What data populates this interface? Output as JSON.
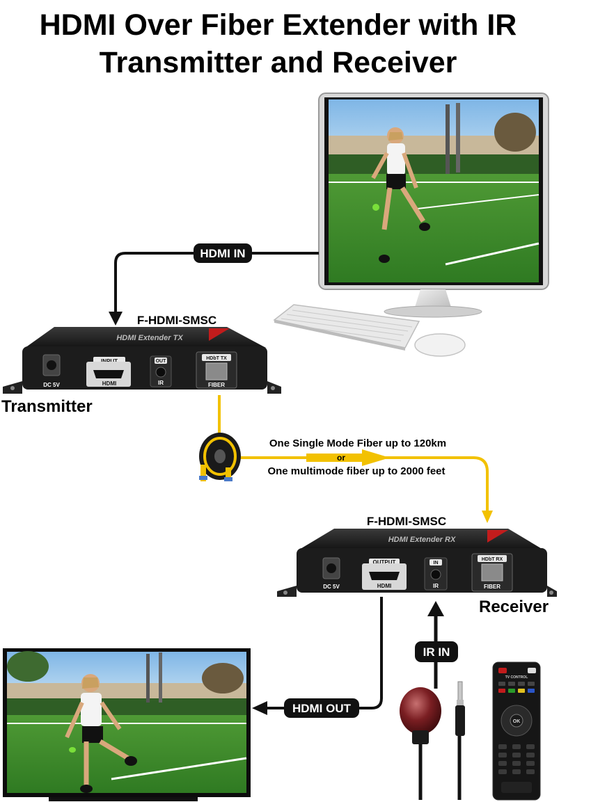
{
  "title": {
    "line1": "HDMI Over Fiber Extender with IR",
    "line2": "Transmitter and Receiver"
  },
  "transmitter": {
    "model": "F-HDMI-SMSC",
    "name": "Transmitter",
    "device_label": "HDMI Extender TX",
    "ports": {
      "dc": "DC 5V",
      "hdmi_tag": "INPUT",
      "hdmi": "HDMI",
      "ir_tag": "OUT",
      "ir": "IR",
      "fiber_tag": "HDbT TX",
      "fiber": "FIBER"
    }
  },
  "receiver": {
    "model": "F-HDMI-SMSC",
    "name": "Receiver",
    "device_label": "HDMI Extender RX",
    "ports": {
      "dc": "DC 5V",
      "hdmi_tag": "OUTPUT",
      "hdmi": "HDMI",
      "ir_tag": "IN",
      "ir": "IR",
      "fiber_tag": "HDbT RX",
      "fiber": "FIBER"
    }
  },
  "cables": {
    "hdmi_in": "HDMI IN",
    "hdmi_out": "HDMI OUT",
    "ir_in": "IR IN"
  },
  "fiber_note": {
    "line1": "One Single Mode Fiber up to 120km",
    "or": "or",
    "line2": "One multimode fiber up to 2000 feet"
  },
  "remote": {
    "brand": "TV CONTROL",
    "ok": "OK"
  },
  "colors": {
    "fiber": "#f2c100",
    "cable": "#111111",
    "device": "#1e1e1e",
    "field": "#3f8a2b",
    "sky": "#8cc0ea"
  }
}
